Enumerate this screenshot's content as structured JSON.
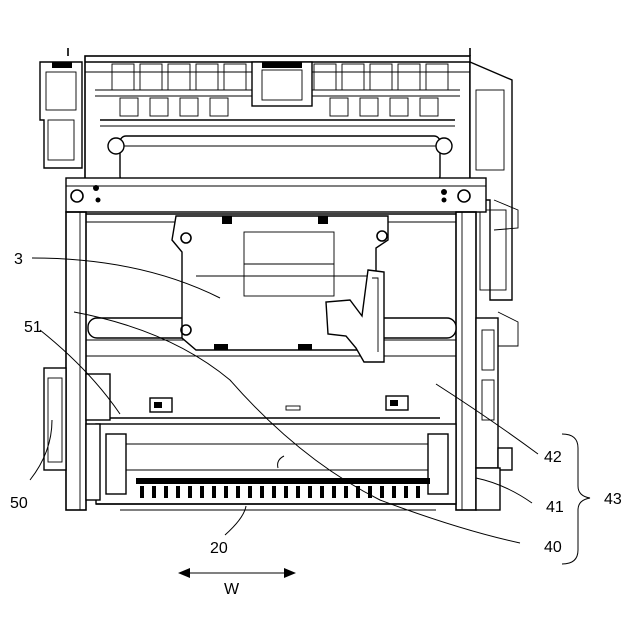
{
  "figure": {
    "labels": {
      "ref_3": "3",
      "ref_51": "51",
      "ref_50": "50",
      "ref_20": "20",
      "ref_40": "40",
      "ref_41": "41",
      "ref_42": "42",
      "ref_43": "43",
      "width_direction": "W"
    }
  }
}
